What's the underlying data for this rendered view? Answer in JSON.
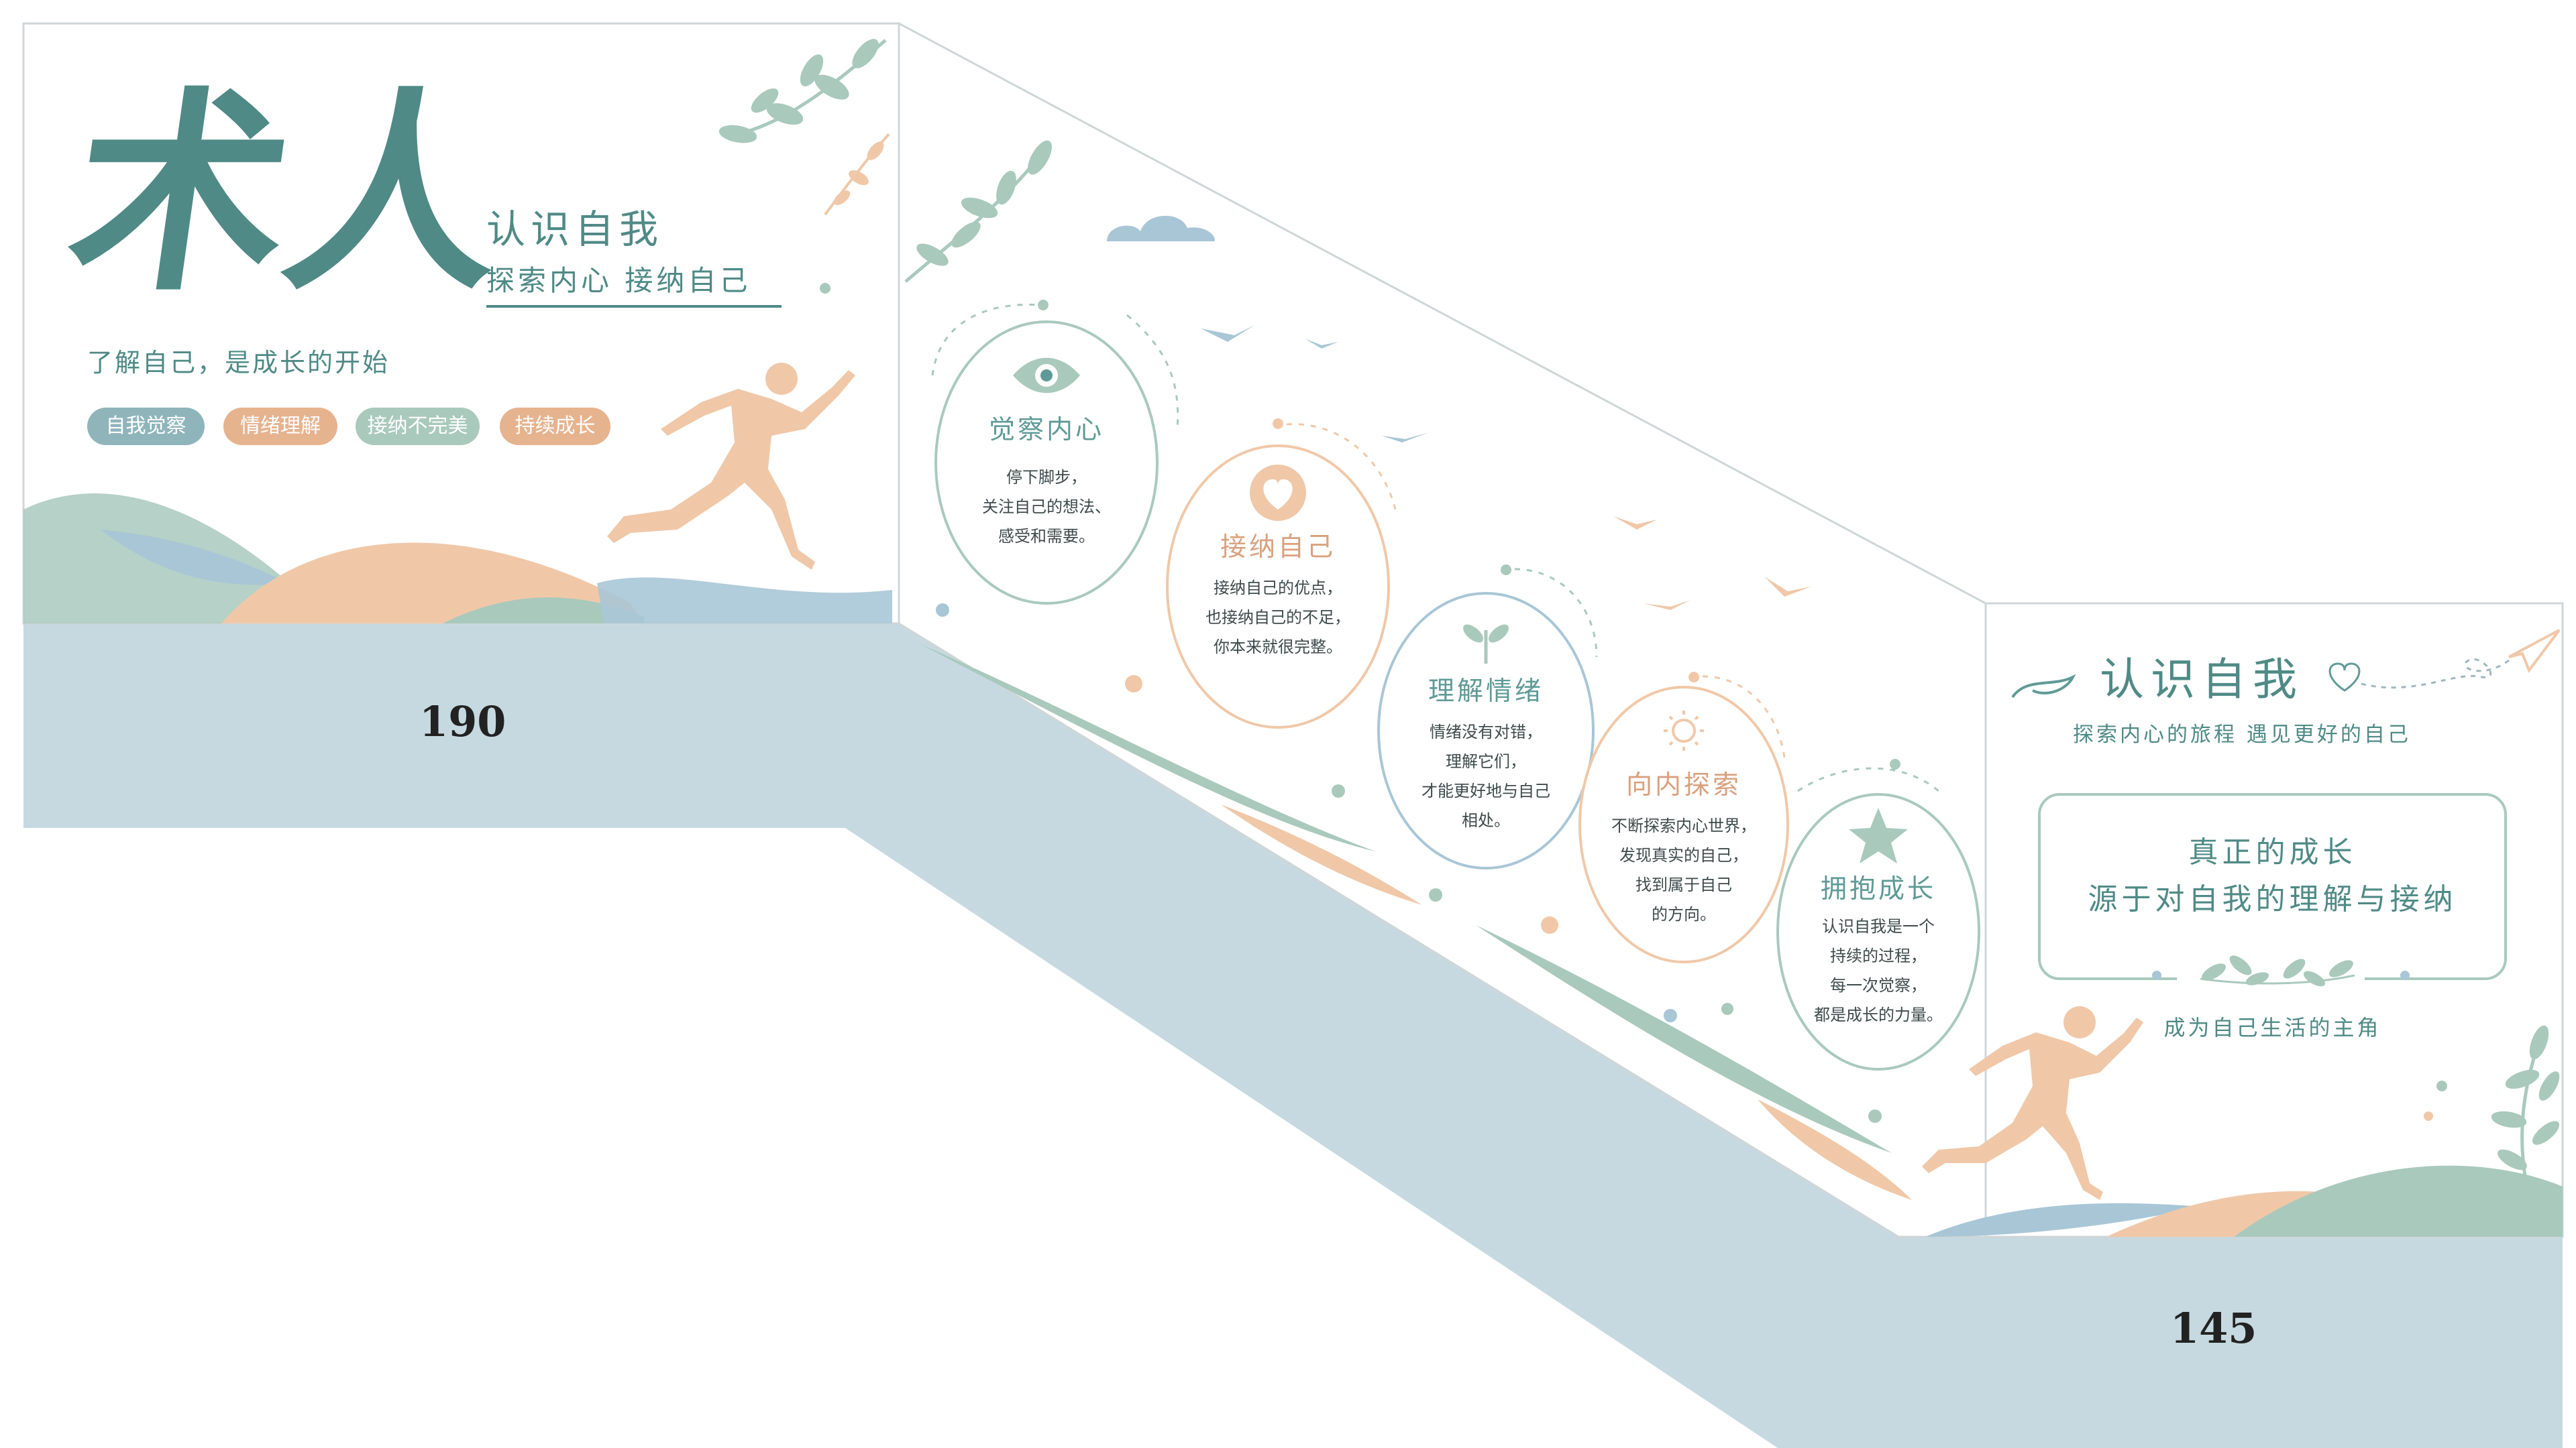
{
  "left_panel": {
    "logo_text": "术人",
    "title": "认识自我",
    "subtitle": "探索内心   接纳自己",
    "tagline": "了解自己，是成长的开始",
    "tags": [
      "自我觉察",
      "情绪理解",
      "接纳不完美",
      "持续成长"
    ],
    "dimension": "190"
  },
  "steps": [
    {
      "icon": "eye-icon",
      "title": "觉察内心",
      "lines": [
        "停下脚步，",
        "关注自己的想法、",
        "感受和需要。"
      ],
      "color": "#5f9a96"
    },
    {
      "icon": "heart-icon",
      "title": "接纳自己",
      "lines": [
        "接纳自己的优点，",
        "也接纳自己的不足，",
        "你本来就很完整。"
      ],
      "color": "#d9a17e"
    },
    {
      "icon": "sprout-icon",
      "title": "理解情绪",
      "lines": [
        "情绪没有对错，",
        "理解它们，",
        "才能更好地与自己",
        "相处。"
      ],
      "color": "#5f9a96"
    },
    {
      "icon": "sun-icon",
      "title": "向内探索",
      "lines": [
        "不断探索内心世界，",
        "发现真实的自己，",
        "找到属于自己",
        "的方向。"
      ],
      "color": "#d9a17e"
    },
    {
      "icon": "star-icon",
      "title": "拥抱成长",
      "lines": [
        "认识自我是一个",
        "持续的过程，",
        "每一次觉察，",
        "都是成长的力量。"
      ],
      "color": "#5f9a96"
    }
  ],
  "right_panel": {
    "title": "认识自我",
    "subtitle": "探索内心的旅程   遇见更好的自己",
    "quote_line1": "真正的成长",
    "quote_line2": "源于对自我的理解与接纳",
    "caption": "成为自己生活的主角",
    "dimension": "145"
  },
  "colors": {
    "teal": "#4f8a86",
    "sage": "#a9c9bd",
    "peach": "#f0c8a8",
    "blue_band": "#c6d9e0",
    "light_blue": "#a8c6d6"
  }
}
